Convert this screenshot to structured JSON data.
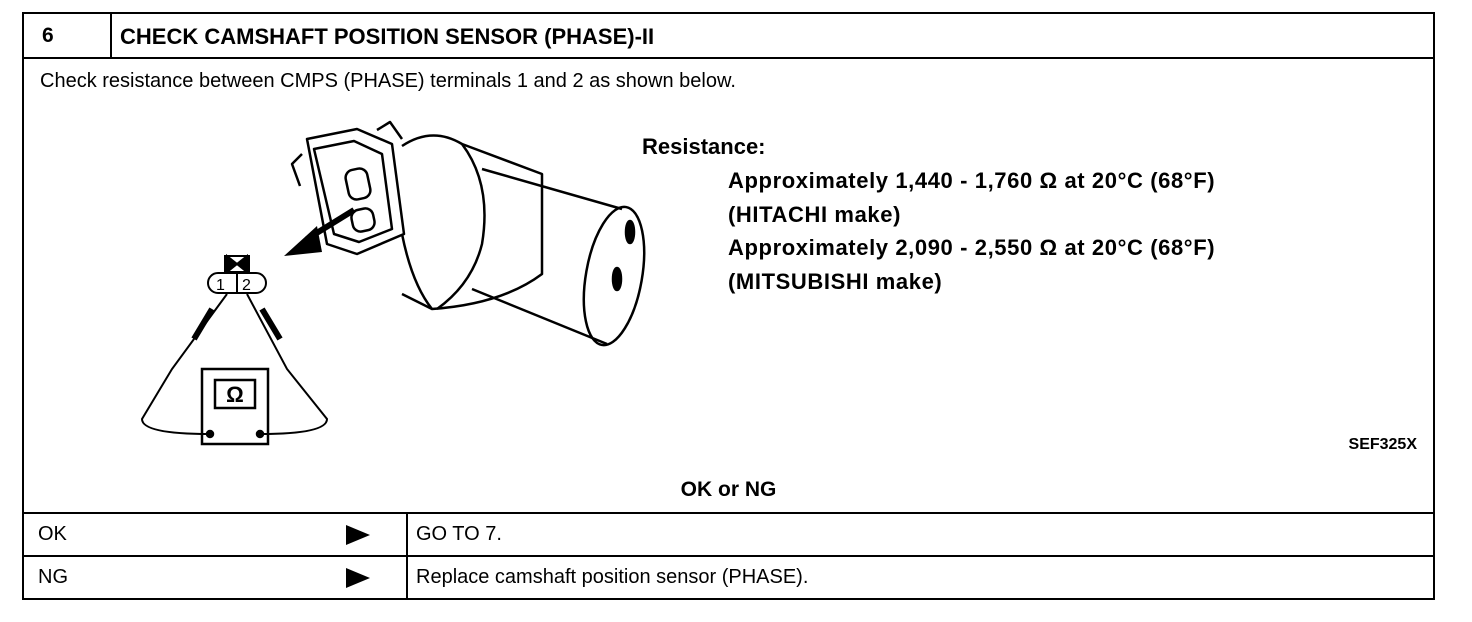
{
  "step": {
    "number": "6",
    "title": "CHECK CAMSHAFT POSITION SENSOR (PHASE)-II"
  },
  "instruction": "Check resistance between CMPS (PHASE) terminals 1 and 2 as shown below.",
  "illustration": {
    "terminal_1": "1",
    "terminal_2": "2",
    "meter_symbol": "Ω",
    "figure_code": "SEF325X"
  },
  "spec": {
    "label": "Resistance:",
    "lines": [
      "Approximately 1,440 - 1,760 Ω at 20°C (68°F)",
      "(HITACHI make)",
      "Approximately 2,090 - 2,550 Ω at 20°C (68°F)",
      "(MITSUBISHI make)"
    ]
  },
  "decision": {
    "question": "OK or NG",
    "rows": [
      {
        "label": "OK",
        "action": "GO TO 7."
      },
      {
        "label": "NG",
        "action": "Replace camshaft position sensor (PHASE)."
      }
    ]
  }
}
